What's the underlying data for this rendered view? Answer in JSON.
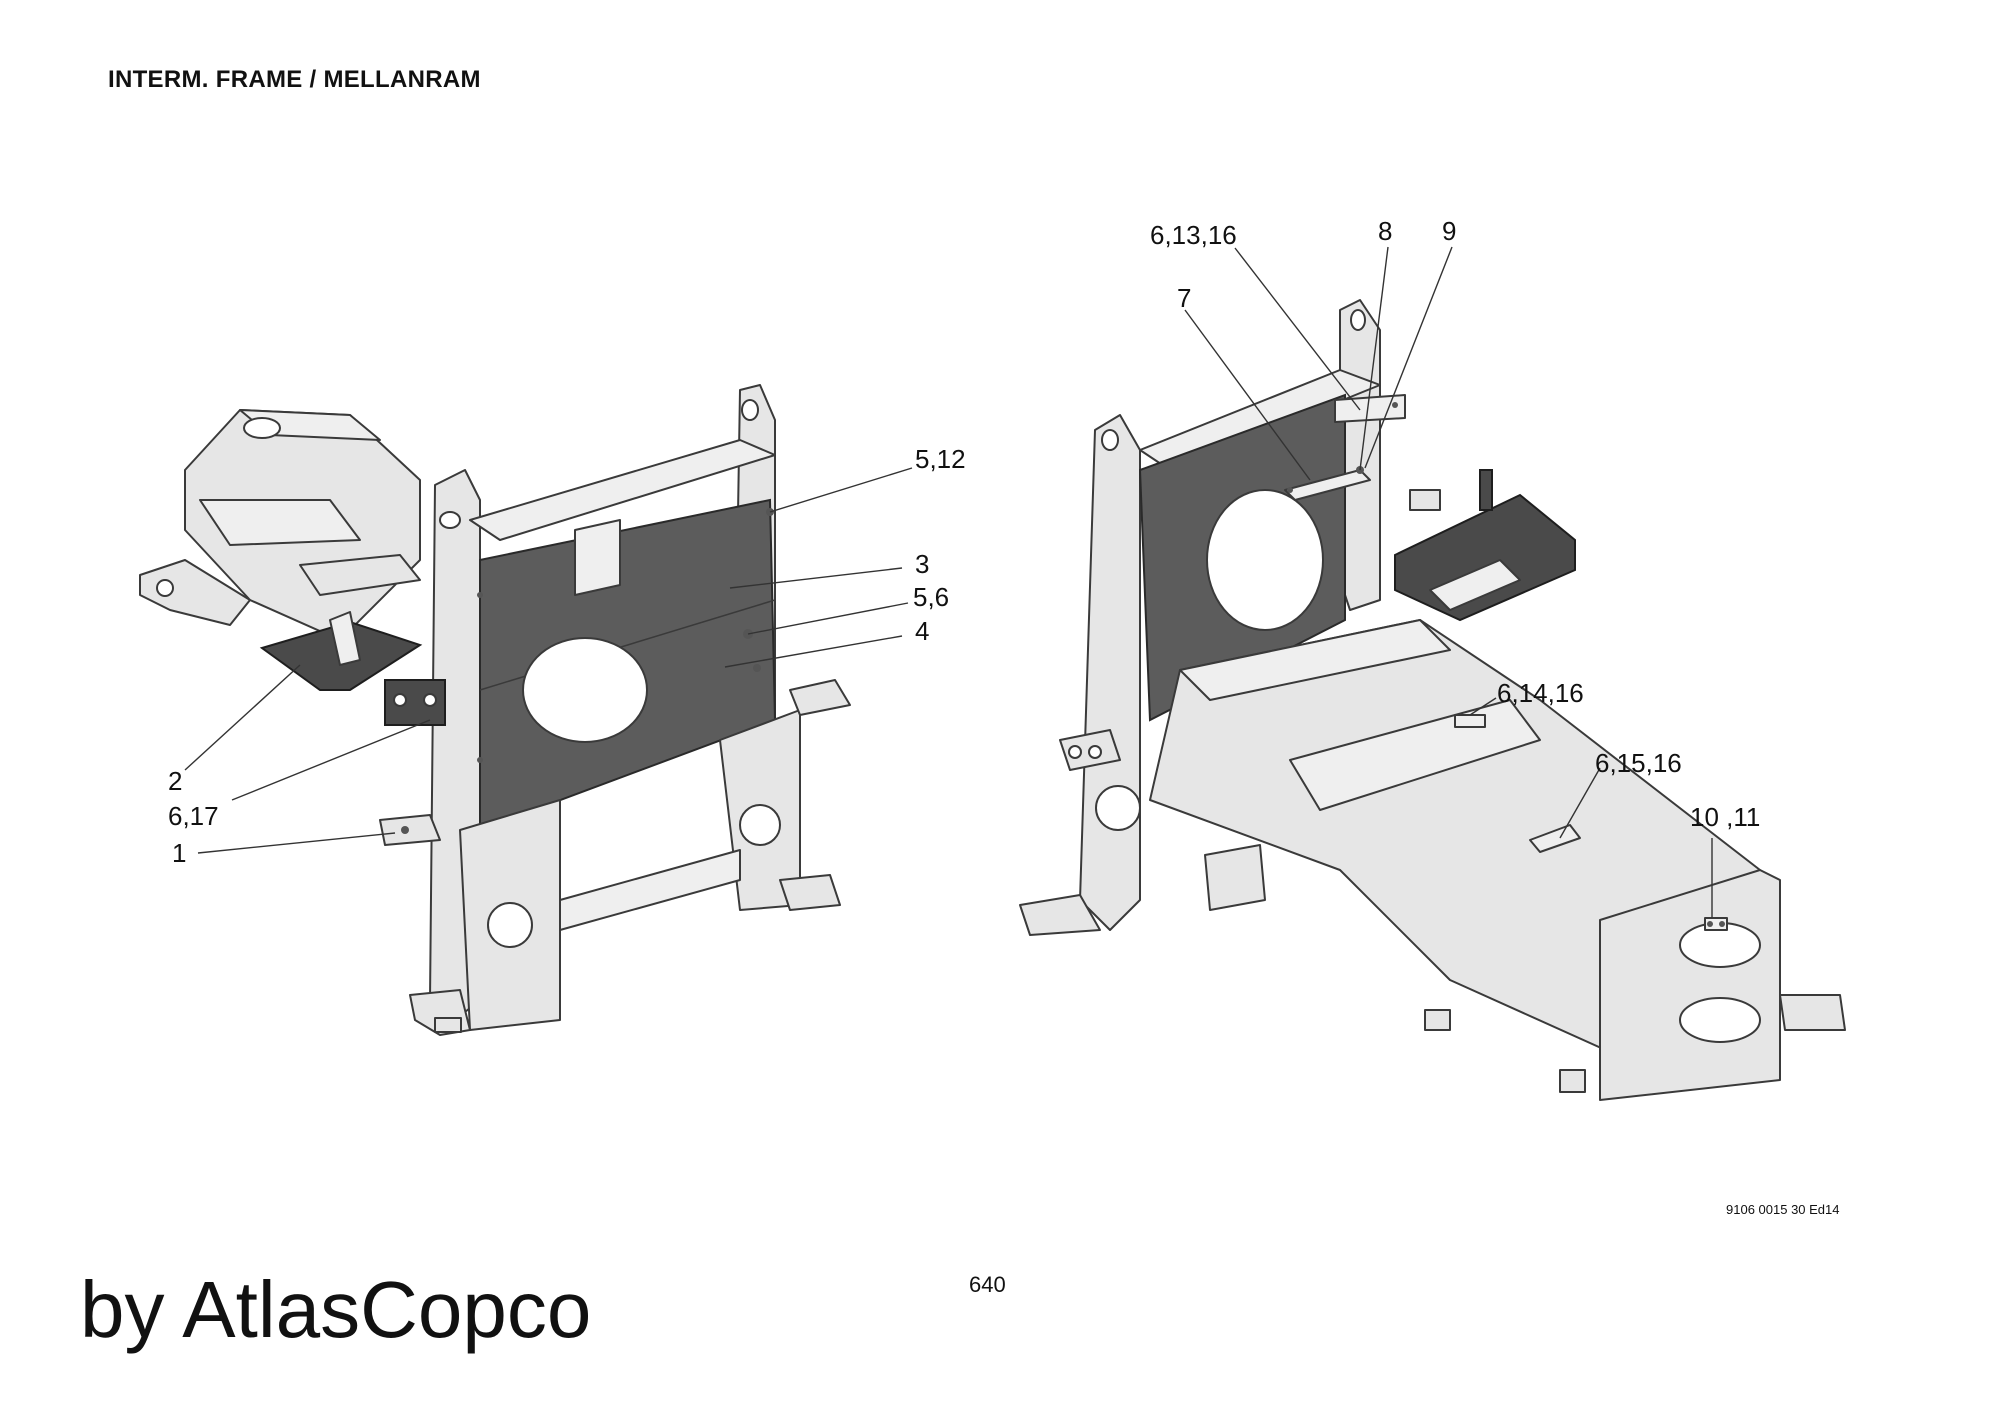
{
  "header": {
    "title": "INTERM. FRAME / MELLANRAM"
  },
  "callouts_left": [
    {
      "label": "5,12"
    },
    {
      "label": "3"
    },
    {
      "label": "5,6"
    },
    {
      "label": "4"
    },
    {
      "label": "2"
    },
    {
      "label": "6,17"
    },
    {
      "label": "1"
    }
  ],
  "callouts_right": [
    {
      "label": "6,13,16"
    },
    {
      "label": "8"
    },
    {
      "label": "9"
    },
    {
      "label": "7"
    },
    {
      "label": "6,14,16"
    },
    {
      "label": "6,15,16"
    },
    {
      "label": "10 ,11"
    }
  ],
  "footer": {
    "doc_ref": "9106 0015 30 Ed14",
    "page_number": "640",
    "brand": "by AtlasCopco"
  }
}
